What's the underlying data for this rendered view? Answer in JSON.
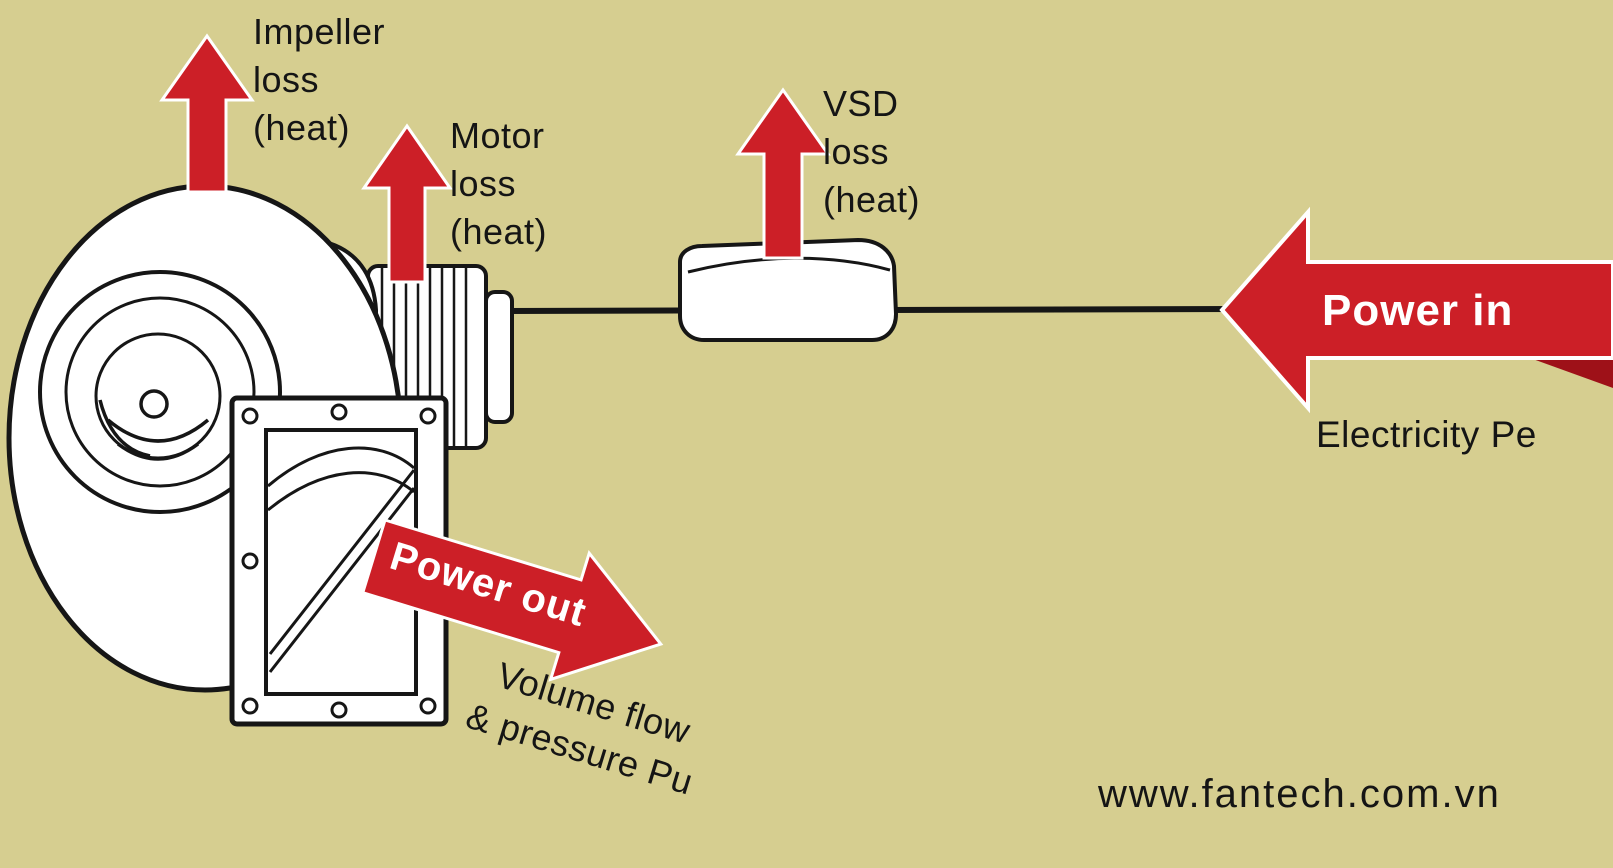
{
  "colors": {
    "background": "#d6ce90",
    "red": "#cc1f27",
    "red_dark": "#9e1118",
    "ink": "#161616",
    "white": "#ffffff"
  },
  "labels": {
    "impeller_loss": "Impeller\nloss\n(heat)",
    "motor_loss": "Motor\nloss\n(heat)",
    "vsd_loss": "VSD\nloss\n(heat)",
    "power_in": "Power in",
    "electricity": "Electricity Pe",
    "power_out": "Power out",
    "volume_flow": "Volume flow\n& pressure Pu",
    "website": "www.fantech.com.vn"
  },
  "icons": {
    "loss_arrow": "up-arrow (red, heat loss)",
    "power_in_arrow": "left-arrow (red, electrical power input)",
    "power_out_arrow": "down-right-arrow (red, useful power output)",
    "fan": "centrifugal-fan-with-motor line drawing",
    "vsd": "variable-speed-drive box",
    "wire": "power cable line"
  }
}
